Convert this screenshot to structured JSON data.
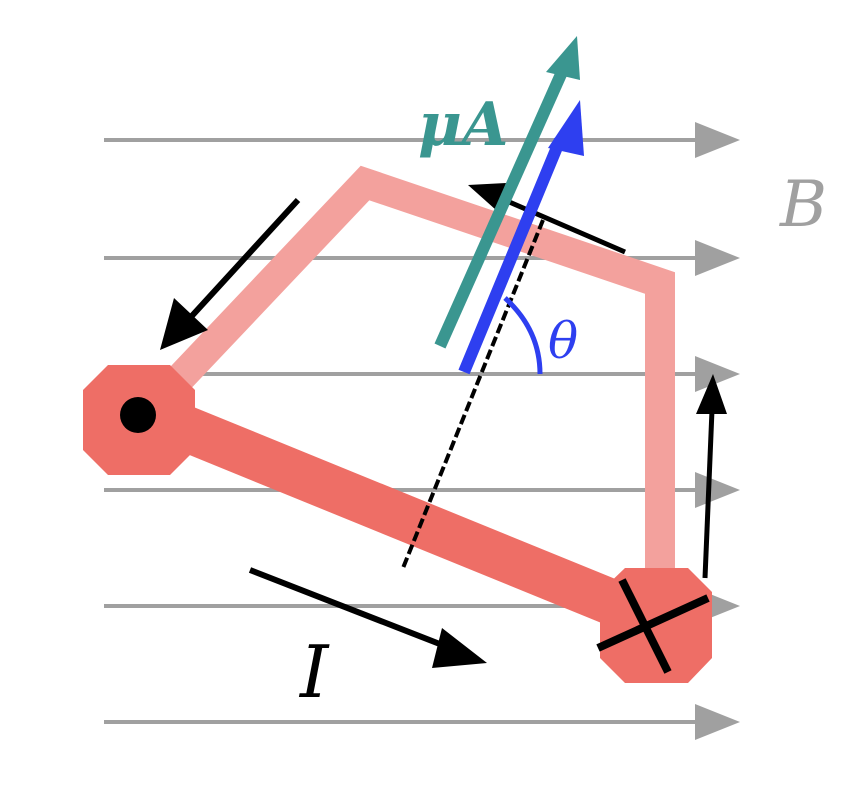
{
  "labels": {
    "field": "B",
    "current": "I",
    "moment": "μA",
    "angle": "θ"
  },
  "colors": {
    "field_lines": "#a0a0a0",
    "loop_near": "#ee6e66",
    "loop_far": "#f3a19d",
    "moment_teal": "#3a9690",
    "normal_blue": "#2e3ff0",
    "arrows": "#000000"
  },
  "icons": {
    "left_node": "dot-out-of-page-icon",
    "right_node": "cross-into-page-icon"
  }
}
